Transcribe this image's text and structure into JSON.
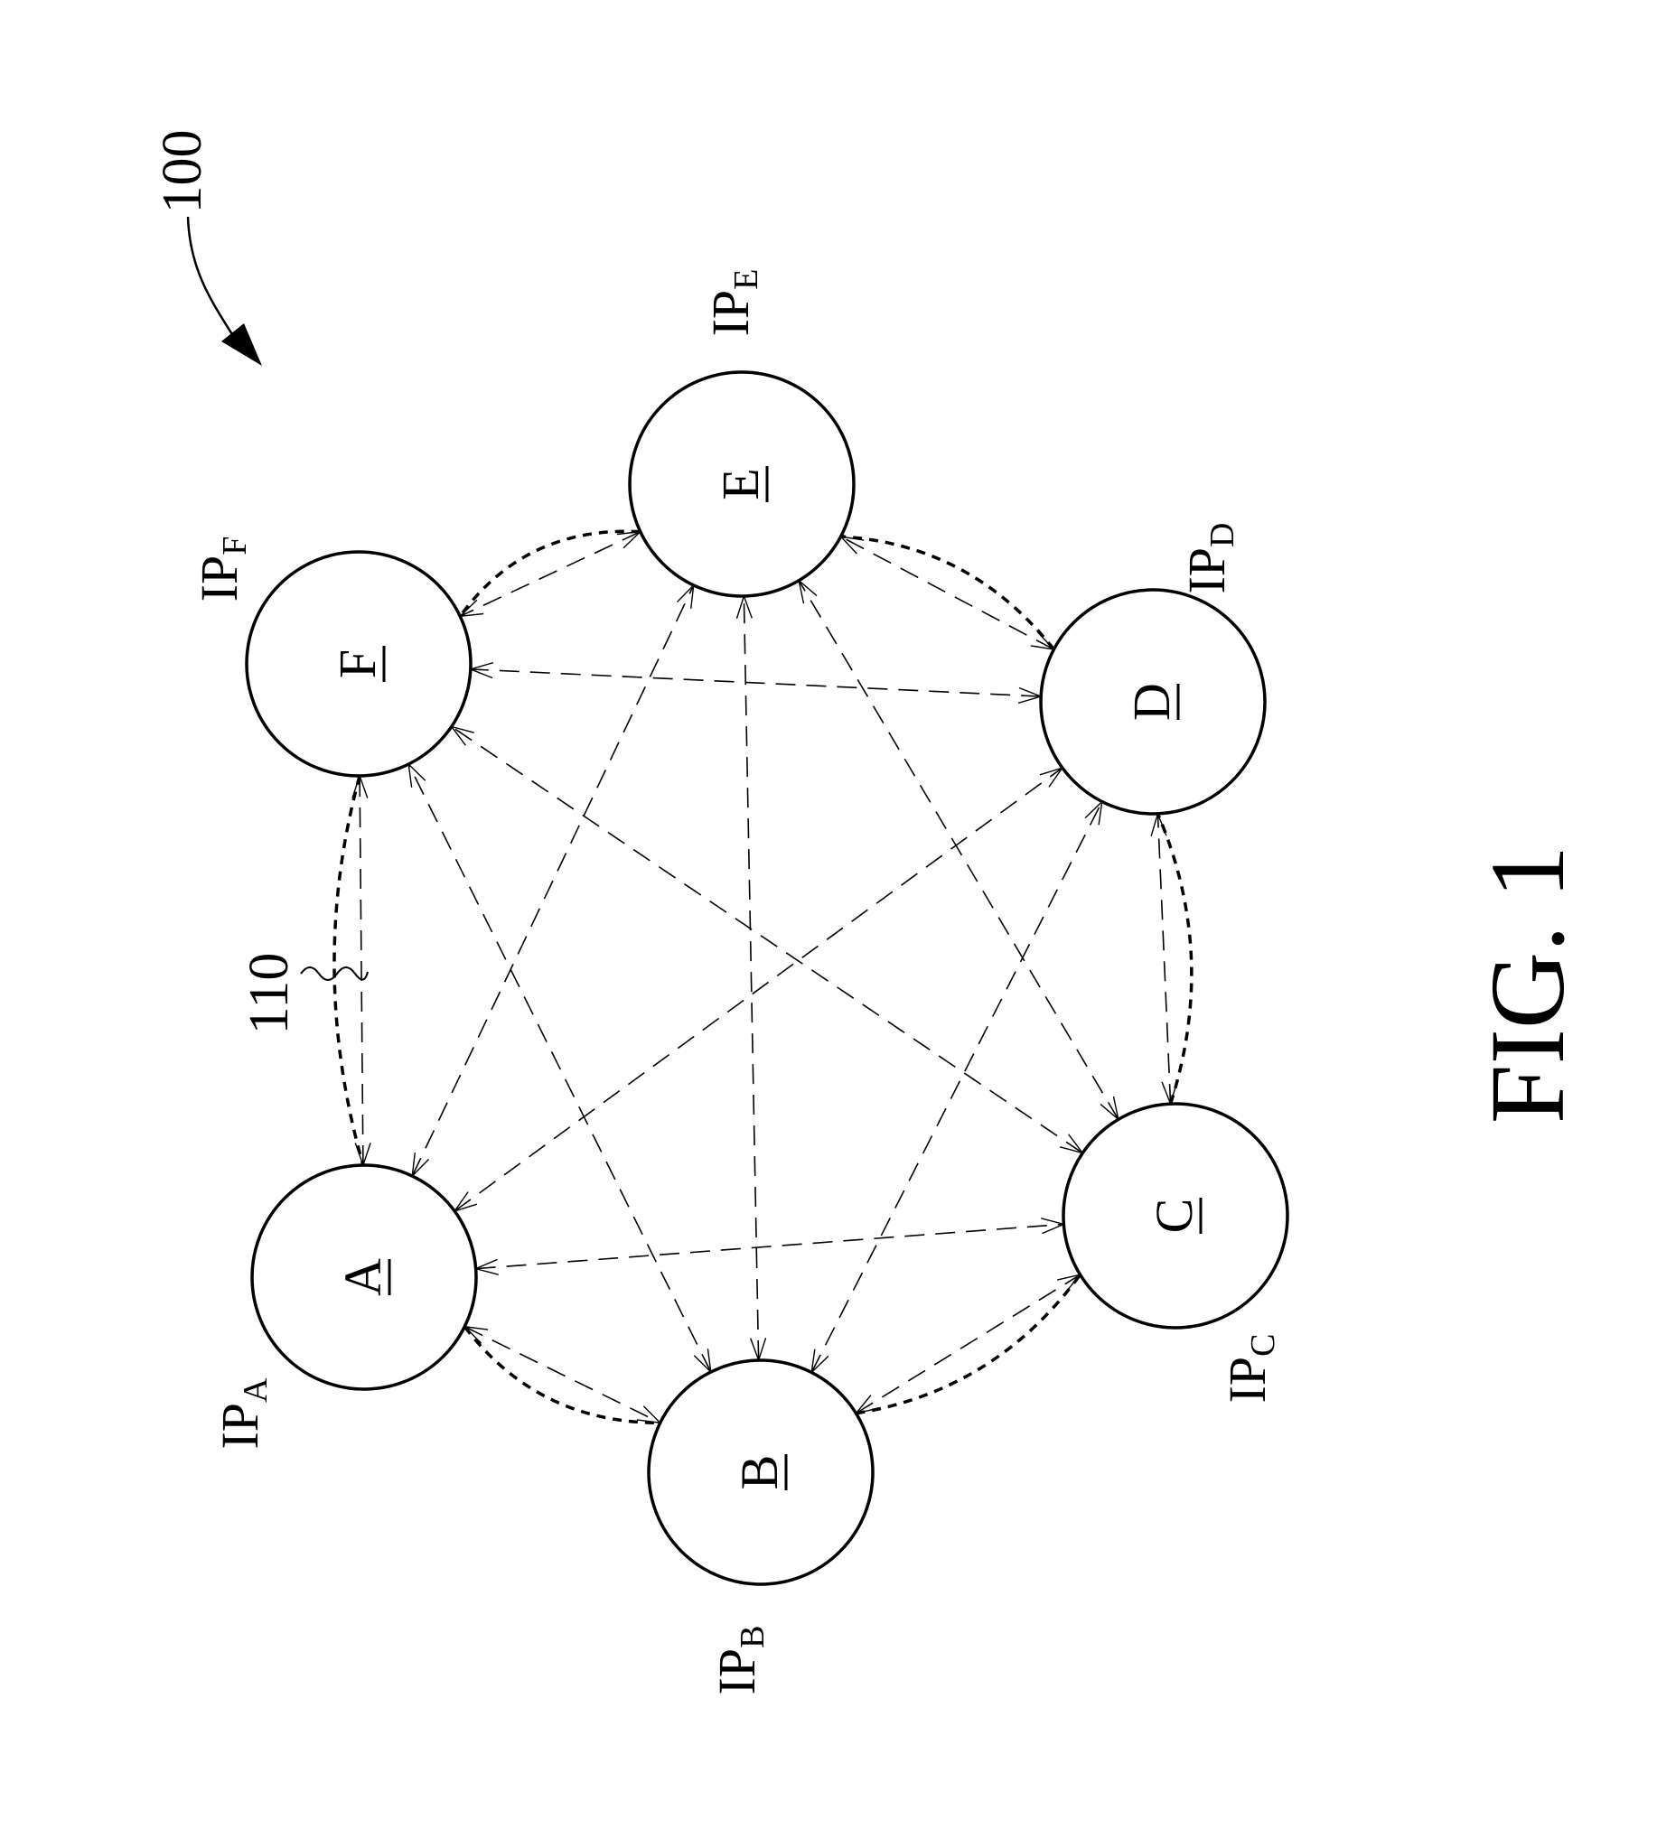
{
  "figure": {
    "reference_label": "100",
    "ring_label": "110",
    "caption": "FIG. 1"
  },
  "nodes": [
    {
      "id": "A",
      "letter": "A",
      "ip_main": "IP",
      "ip_sub": "A"
    },
    {
      "id": "B",
      "letter": "B",
      "ip_main": "IP",
      "ip_sub": "B"
    },
    {
      "id": "C",
      "letter": "C",
      "ip_main": "IP",
      "ip_sub": "C"
    },
    {
      "id": "D",
      "letter": "D",
      "ip_main": "IP",
      "ip_sub": "D"
    },
    {
      "id": "E",
      "letter": "E",
      "ip_main": "IP",
      "ip_sub": "E"
    },
    {
      "id": "F",
      "letter": "F",
      "ip_main": "IP",
      "ip_sub": "F"
    }
  ],
  "links": [
    [
      "A",
      "B"
    ],
    [
      "A",
      "C"
    ],
    [
      "A",
      "D"
    ],
    [
      "A",
      "E"
    ],
    [
      "A",
      "F"
    ],
    [
      "B",
      "C"
    ],
    [
      "B",
      "D"
    ],
    [
      "B",
      "E"
    ],
    [
      "B",
      "F"
    ],
    [
      "C",
      "D"
    ],
    [
      "C",
      "E"
    ],
    [
      "C",
      "F"
    ],
    [
      "D",
      "E"
    ],
    [
      "D",
      "F"
    ],
    [
      "E",
      "F"
    ]
  ],
  "ring_order": [
    "A",
    "B",
    "C",
    "D",
    "E",
    "F"
  ]
}
